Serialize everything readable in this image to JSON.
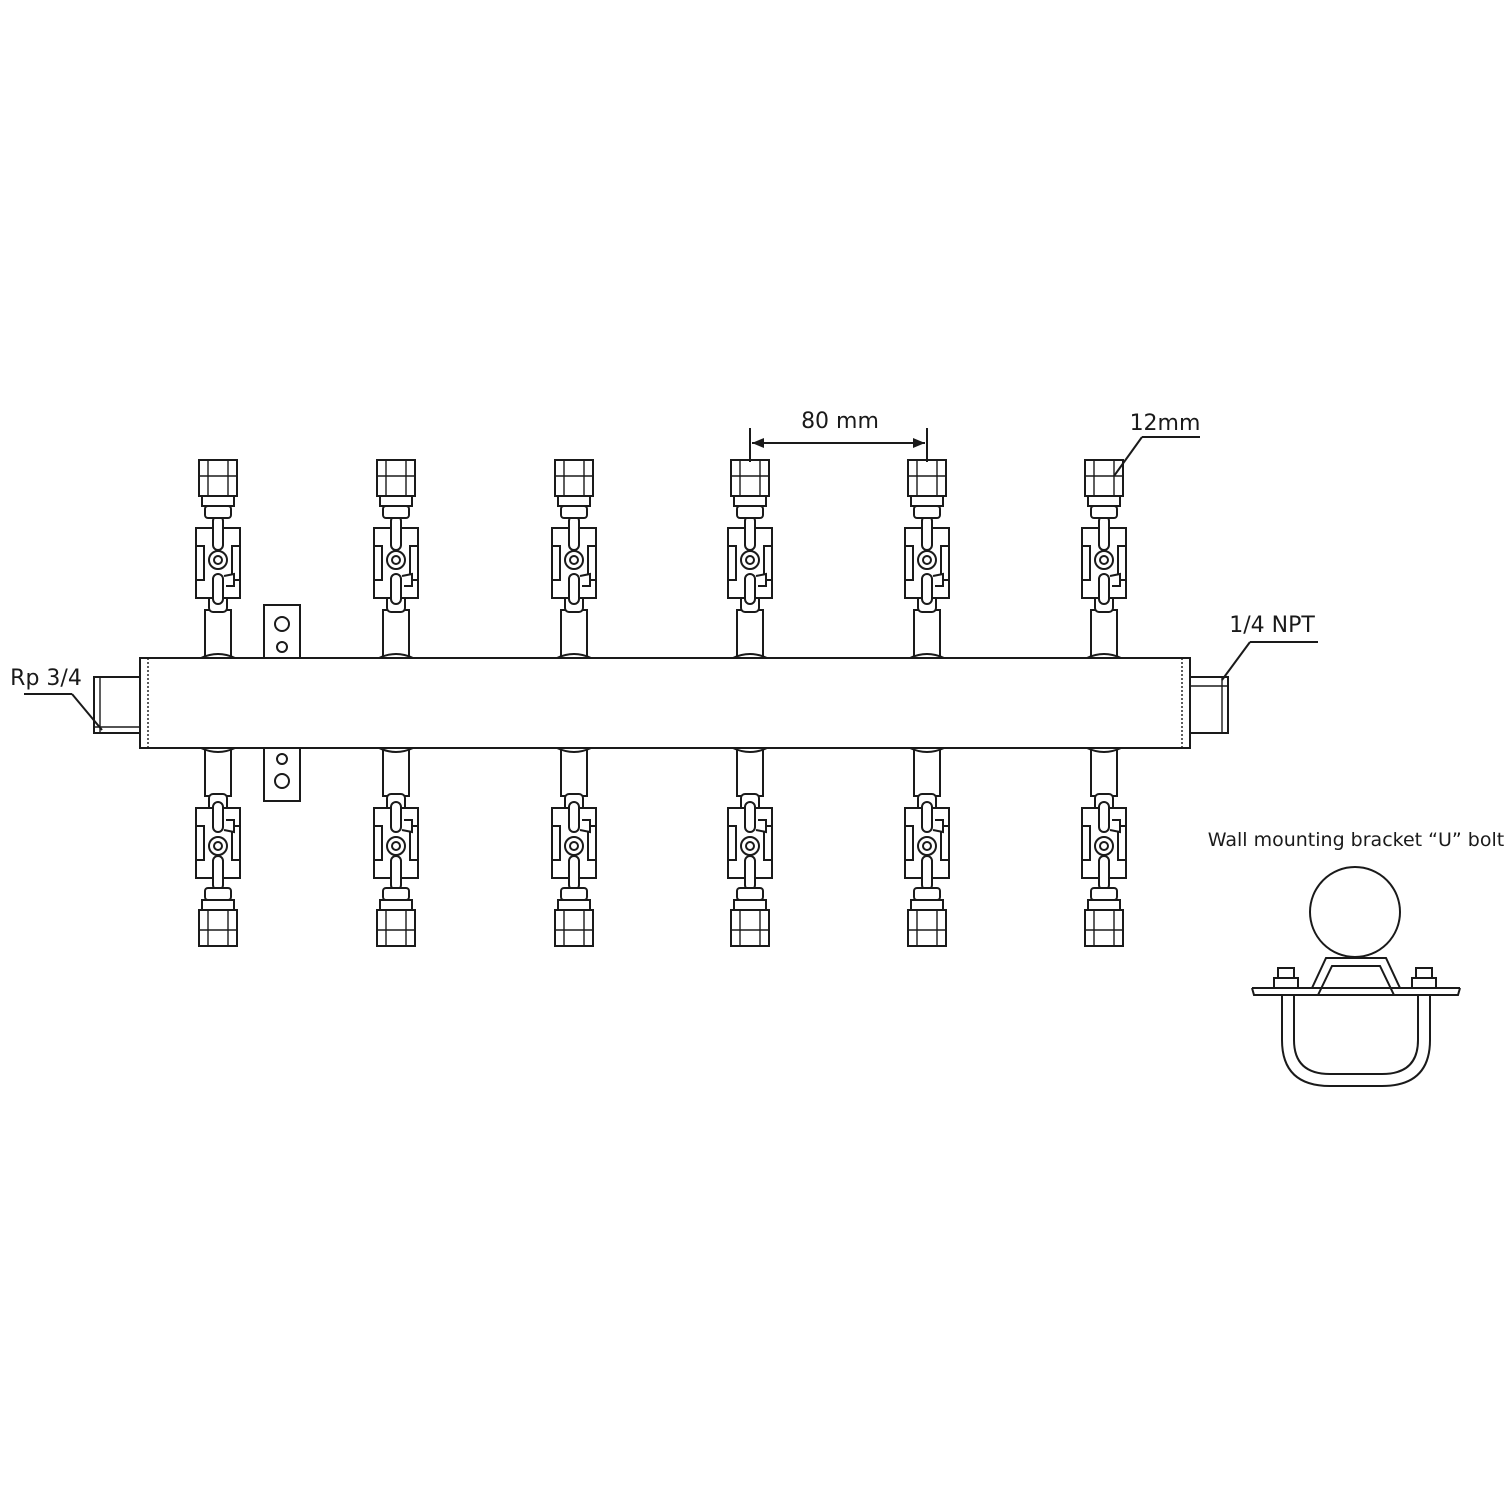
{
  "labels": {
    "inlet": "Rp 3/4",
    "outlet": "1/4 NPT",
    "spacing": "80 mm",
    "tube_size": "12mm",
    "bracket": "Wall mounting bracket “U” bolt"
  },
  "manifold": {
    "valves_per_side": 6
  }
}
